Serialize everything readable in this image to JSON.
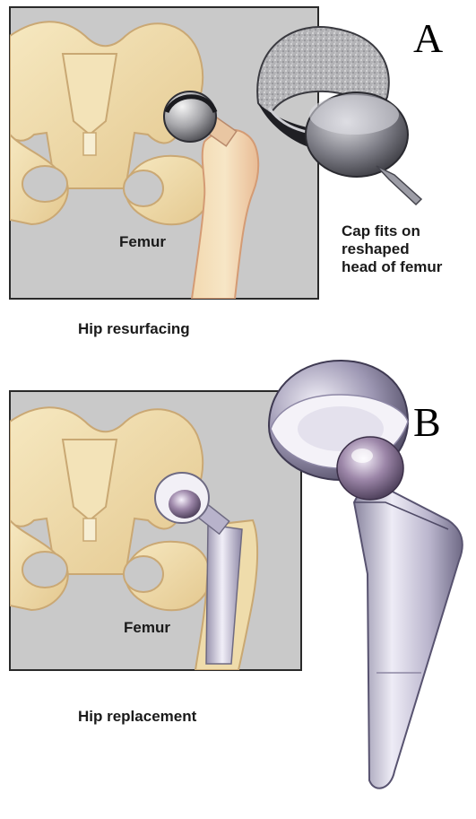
{
  "panel_a": {
    "letter": "A",
    "femur_label": "Femur",
    "callout_lines": [
      "Cap fits on",
      "reshaped",
      "head of femur"
    ],
    "caption": "Hip resurfacing"
  },
  "panel_b": {
    "letter": "B",
    "femur_label": "Femur",
    "caption": "Hip replacement"
  },
  "colors": {
    "panel_bg": "#c8c8c8",
    "bone": "#efdcaa",
    "bone_outline": "#c9a873",
    "metal_light": "#eeeef4",
    "metal_dark": "#4a4a55",
    "implant_lilac": "#b7b0cc"
  }
}
